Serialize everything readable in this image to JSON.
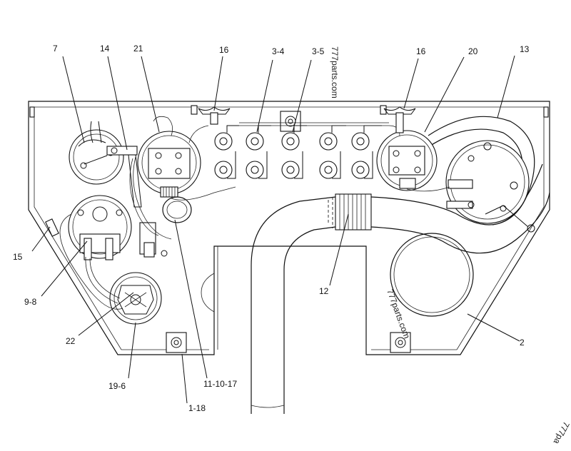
{
  "callouts": {
    "c7": "7",
    "c14": "14",
    "c21": "21",
    "c16a": "16",
    "c3_4": "3-4",
    "c3_5": "3-5",
    "c16b": "16",
    "c20": "20",
    "c13": "13",
    "c15": "15",
    "c9_8": "9-8",
    "c22": "22",
    "c19_6": "19-6",
    "c1_18": "1-18",
    "c11_10_17": "11-10-17",
    "c12": "12",
    "c2": "2"
  },
  "watermarks": {
    "w1": "777parts.com",
    "w2": "777parts.com",
    "w3": "777pa"
  }
}
